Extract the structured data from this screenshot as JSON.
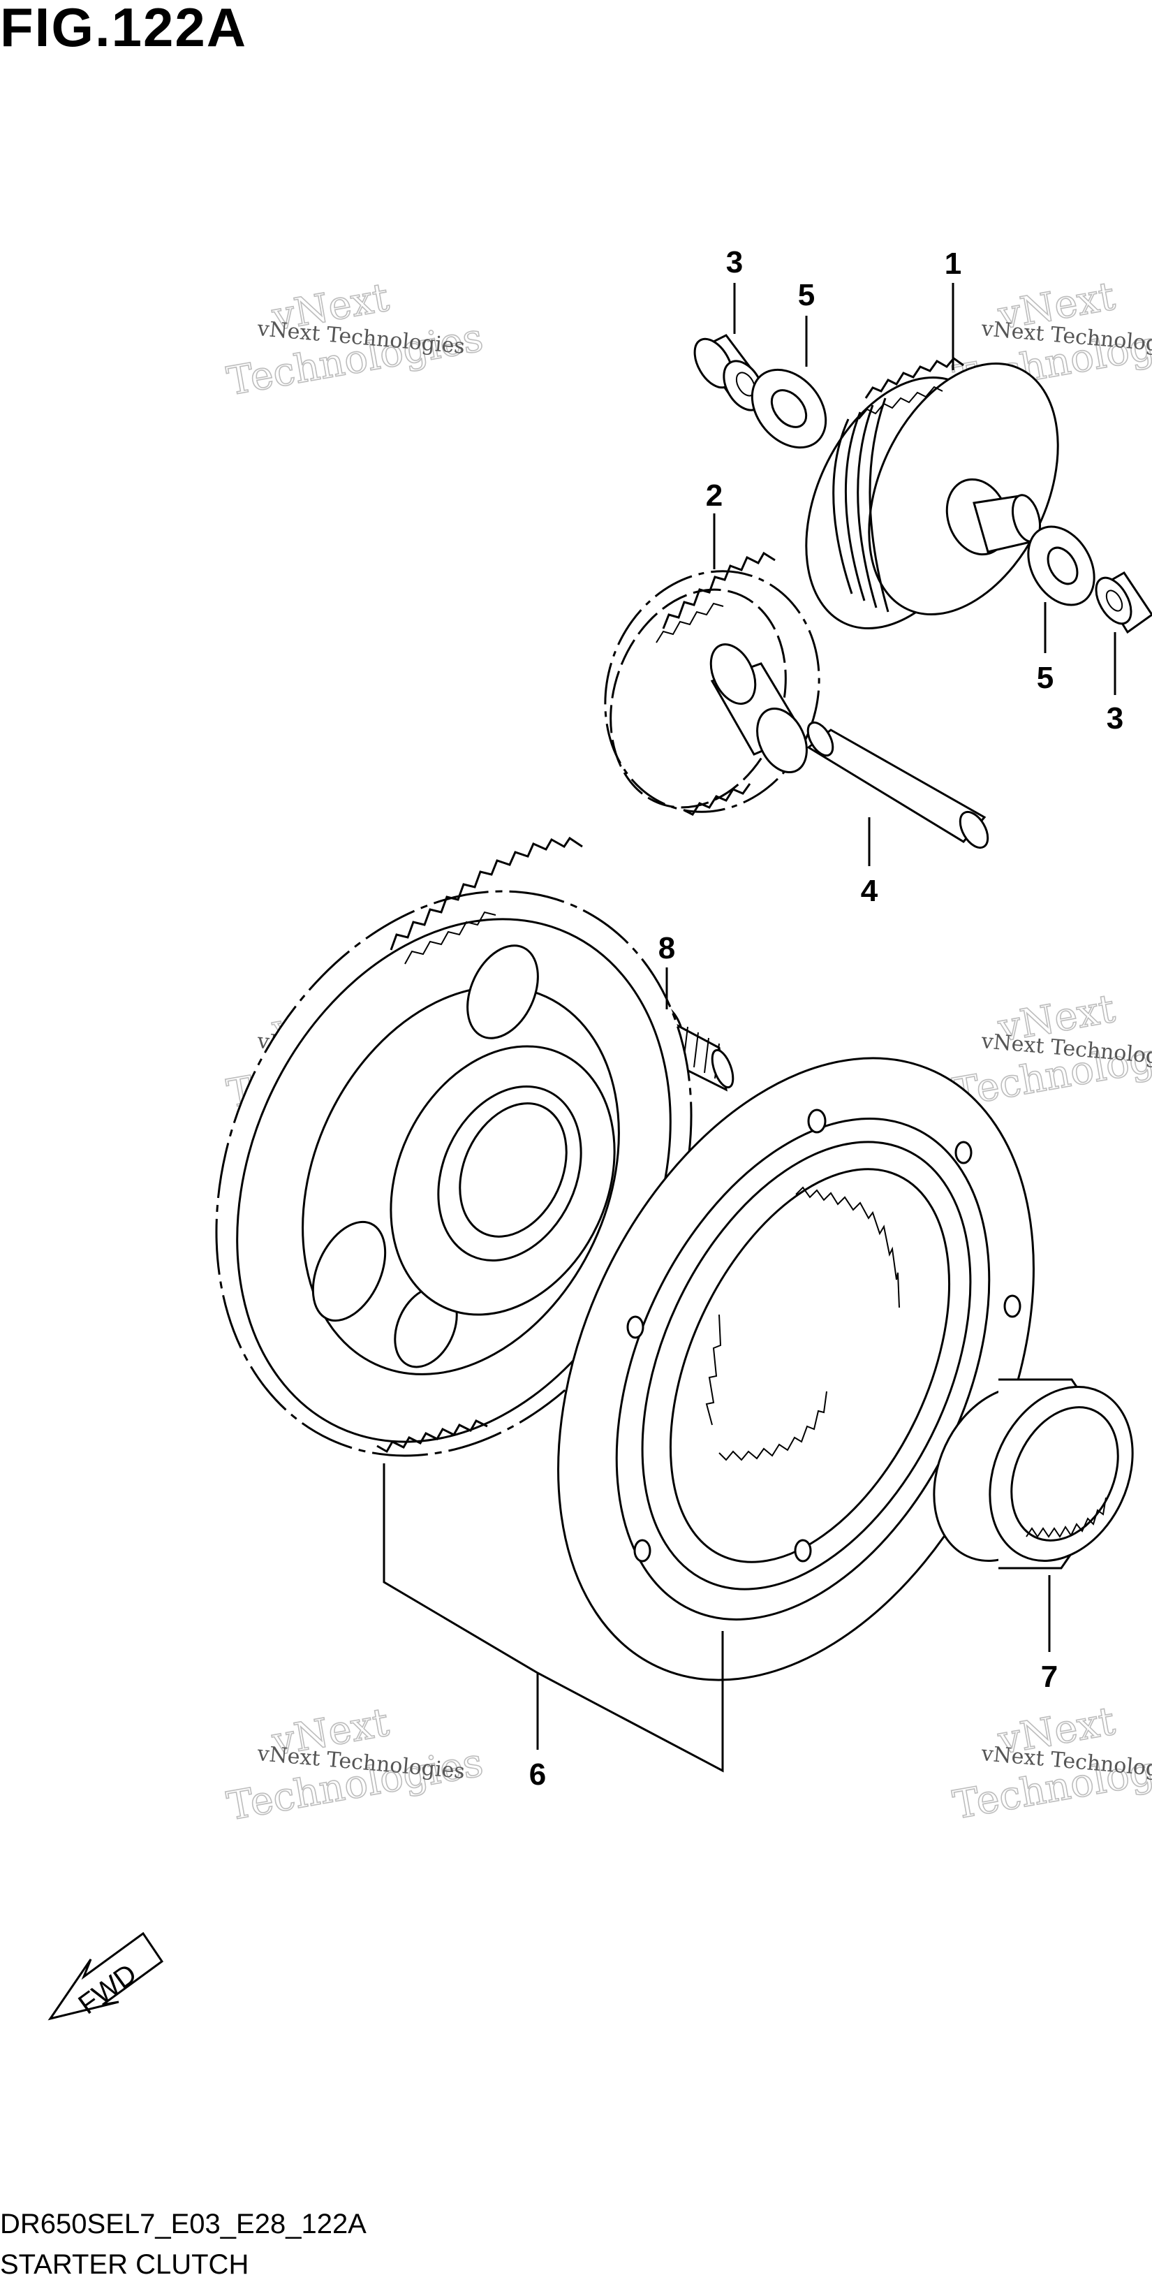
{
  "figure": {
    "title": "FIG.122A"
  },
  "watermark": {
    "small": "vNext Technologies",
    "big_top": "vNext",
    "big_bottom": "Technologies"
  },
  "fwd_label": "FWD",
  "callouts": [
    {
      "id": "3",
      "label": "3"
    },
    {
      "id": "5",
      "label": "5"
    },
    {
      "id": "1",
      "label": "1"
    },
    {
      "id": "2",
      "label": "2"
    },
    {
      "id": "5b",
      "label": "5"
    },
    {
      "id": "3b",
      "label": "3"
    },
    {
      "id": "4",
      "label": "4"
    },
    {
      "id": "8",
      "label": "8"
    },
    {
      "id": "6",
      "label": "6"
    },
    {
      "id": "7",
      "label": "7"
    }
  ],
  "footer": {
    "code": "DR650SEL7_E03_E28_122A",
    "name": "STARTER CLUTCH"
  }
}
